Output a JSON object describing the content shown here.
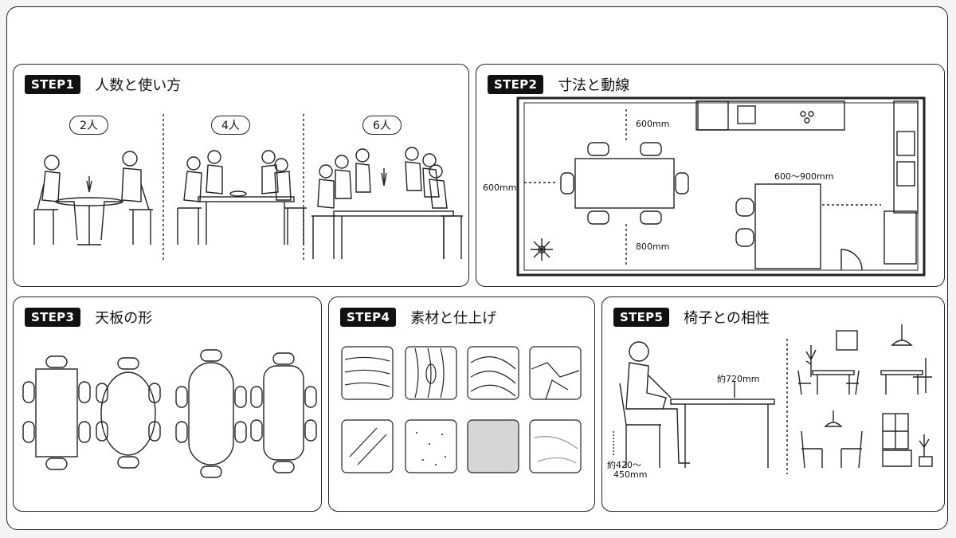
{
  "steps": [
    {
      "badge": "STEP1",
      "title": "人数と使い方"
    },
    {
      "badge": "STEP2",
      "title": "寸法と動線"
    },
    {
      "badge": "STEP3",
      "title": "天板の形"
    },
    {
      "badge": "STEP4",
      "title": "素材と仕上げ"
    },
    {
      "badge": "STEP5",
      "title": "椅子との相性"
    }
  ],
  "step1": {
    "groups": [
      "2人",
      "4人",
      "6人"
    ]
  },
  "step2": {
    "dims": {
      "top": "600mm",
      "left": "600mm",
      "bottom": "800mm",
      "island": "600～900mm"
    }
  },
  "step5": {
    "table_height": "約720mm",
    "seat_height_line1": "約420～",
    "seat_height_line2": "450mm"
  }
}
